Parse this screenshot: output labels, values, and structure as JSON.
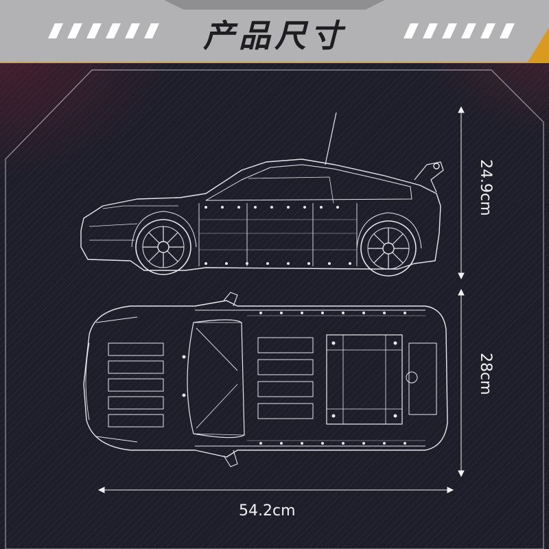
{
  "header": {
    "title": "产品尺寸",
    "band_color": "#b2b2b4",
    "accent_color": "#d89a1f"
  },
  "dimensions": {
    "height": "24.9cm",
    "width": "28cm",
    "length": "54.2cm"
  },
  "colors": {
    "background": "#1d1e2a",
    "line": "#e8e8ee"
  },
  "illustrations": {
    "side_view_icon": "car-side-view",
    "top_view_icon": "car-top-view"
  }
}
